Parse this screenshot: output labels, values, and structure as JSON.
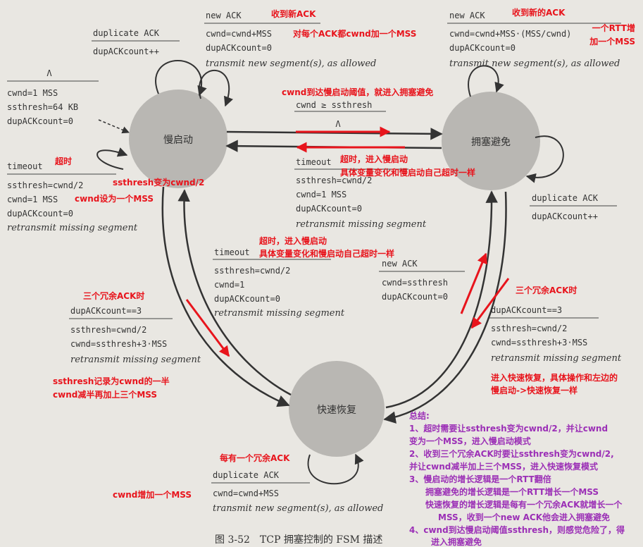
{
  "states": {
    "slow_start": "慢启动",
    "congestion_avoidance": "拥塞避免",
    "fast_recovery": "快速恢复"
  },
  "init": {
    "lambda": "Λ",
    "l1": "cwnd=1 MSS",
    "l2": "ssthresh=64 KB",
    "l3": "dupACKcount=0"
  },
  "ss_dup": {
    "event": "duplicate ACK",
    "a1": "dupACKcount++"
  },
  "ss_new": {
    "event": "new ACK",
    "a1": "cwnd=cwnd+MSS",
    "a2": "dupACKcount=0",
    "a3": "transmit new segment(s), as allowed"
  },
  "ss_timeout": {
    "event": "timeout",
    "a1": "ssthresh=cwnd/2",
    "a2": "cwnd=1 MSS",
    "a3": "dupACKcount=0",
    "a4": "retransmit missing segment"
  },
  "ss_to_ca": {
    "event": "cwnd ≥ ssthresh",
    "action": "Λ"
  },
  "ca_to_ss": {
    "event": "timeout",
    "a1": "ssthresh=cwnd/2",
    "a2": "cwnd=1 MSS",
    "a3": "dupACKcount=0",
    "a4": "retransmit missing segment"
  },
  "ca_new": {
    "event": "new ACK",
    "a1": "cwnd=cwnd+MSS·(MSS/cwnd)",
    "a2": "dupACKcount=0",
    "a3": "transmit new segment(s), as allowed"
  },
  "ca_dup": {
    "event": "duplicate ACK",
    "a1": "dupACKcount++"
  },
  "fr_timeout": {
    "event": "timeout",
    "a1": "ssthresh=cwnd/2",
    "a2": "cwnd=1",
    "a3": "dupACKcount=0",
    "a4": "retransmit missing segment"
  },
  "fr_new": {
    "event": "new ACK",
    "a1": "cwnd=ssthresh",
    "a2": "dupACKcount=0"
  },
  "ss_to_fr": {
    "event": "dupACKcount==3",
    "a1": "ssthresh=cwnd/2",
    "a2": "cwnd=ssthresh+3·MSS",
    "a3": "retransmit missing segment"
  },
  "ca_to_fr": {
    "event": "dupACKcount==3",
    "a1": "ssthresh=cwnd/2",
    "a2": "cwnd=ssthresh+3·MSS",
    "a3": "retransmit missing segment"
  },
  "fr_dup": {
    "event": "duplicate ACK",
    "a1": "cwnd=cwnd+MSS",
    "a2": "transmit new segment(s), as allowed"
  },
  "caption": "图 3-52　TCP 拥塞控制的 FSM 描述",
  "notes": {
    "n_new_ack": "收到新ACK",
    "n_each_ack": "对每个ACK都cwnd加一个MSS",
    "n_new_ack2": "收到新的ACK",
    "n_rtt1": "一个RTT增",
    "n_rtt2": "加一个MSS",
    "n_to_ca": "cwnd到达慢启动阈值，就进入拥塞避免",
    "n_timeout": "超时",
    "n_ssthresh_half": "ssthresh变为cwnd/2",
    "n_cwnd_one": "cwnd设为一个MSS",
    "n_ca_timeout1": "超时，进入慢启动",
    "n_ca_timeout2": "具体变量变化和慢启动自己超时一样",
    "n_fr_timeout1": "超时，进入慢启动",
    "n_fr_timeout2": "具体变量变化和慢启动自己超时一样",
    "n_three_dup_l": "三个冗余ACK时",
    "n_three_dup_r": "三个冗余ACK时",
    "n_record1": "ssthresh记录为cwnd的一半",
    "n_record2": "cwnd减半再加上三个MSS",
    "n_enter_fr1": "进入快速恢复，具体操作和左边的",
    "n_enter_fr2": "慢启动->快速恢复一样",
    "n_each_dup": "每有一个冗余ACK",
    "n_cwnd_plus": "cwnd增加一个MSS"
  },
  "summary": [
    "总结:",
    "1、超时需要让ssthresh变为cwnd/2，并让cwnd",
    "变为一个MSS，进入慢启动模式",
    "2、收到三个冗余ACK时要让ssthresh变为cwnd/2,",
    "并让cwnd减半加上三个MSS，进入快速恢复模式",
    "3、慢启动的增长逻辑是一个RTT翻倍",
    "拥塞避免的增长逻辑是一个RTT增长一个MSS",
    "快速恢复的增长逻辑是每有一个冗余ACK就增长一个",
    "MSS，收到一个new ACK他会进入拥塞避免",
    "4、cwnd到达慢启动阈值ssthresh，则感觉危险了，得",
    "进入拥塞避免"
  ]
}
